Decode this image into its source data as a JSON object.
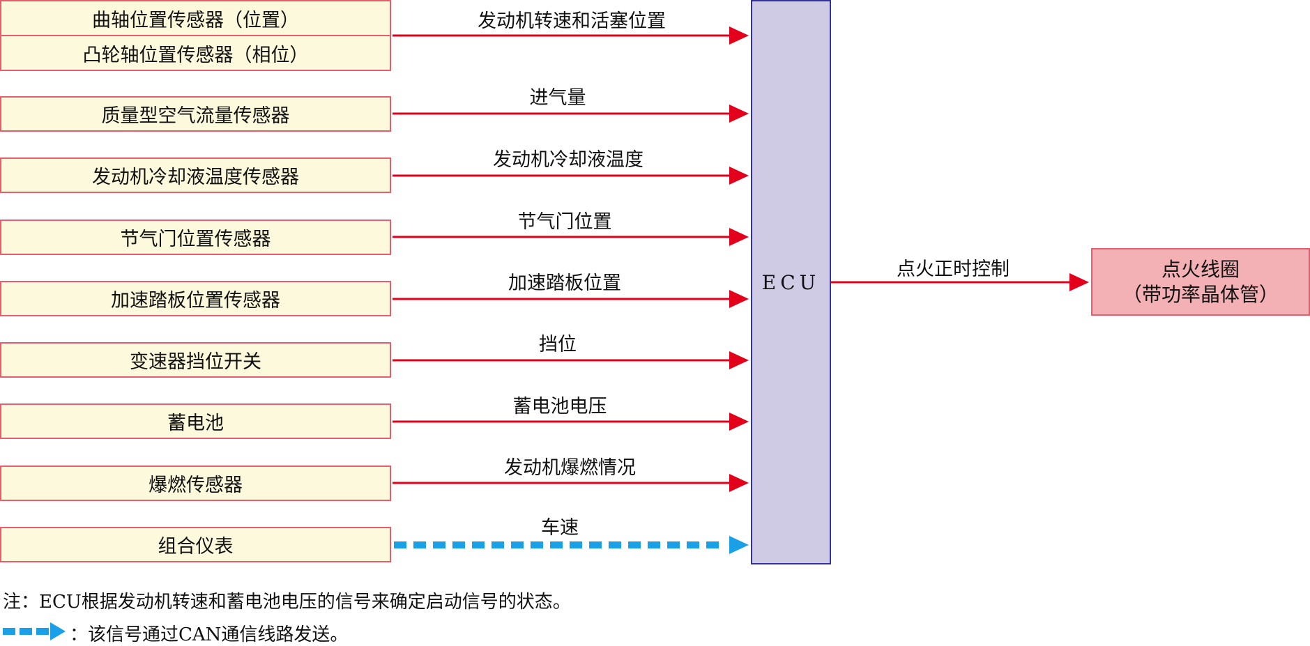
{
  "title": "ECU ignition timing control signal diagram",
  "colors": {
    "sensor_fill": "#fdf9dc",
    "sensor_border": "#e85c70",
    "ecu_fill": "#d0cbe5",
    "ecu_border": "#32329a",
    "coil_fill": "#f4b1b5",
    "signal_arrow": "#e3001b",
    "can_arrow": "#1aa0e6"
  },
  "ecu": {
    "label": "ECU"
  },
  "inputs": [
    {
      "sensor": "曲轴位置传感器（位置）",
      "signal": "发动机转速和活塞位置",
      "line": "solid",
      "group_with_next": true
    },
    {
      "sensor": "凸轮轴位置传感器（相位）",
      "signal": "",
      "line": "solid"
    },
    {
      "sensor": "质量型空气流量传感器",
      "signal": "进气量",
      "line": "solid"
    },
    {
      "sensor": "发动机冷却液温度传感器",
      "signal": "发动机冷却液温度",
      "line": "solid"
    },
    {
      "sensor": "节气门位置传感器",
      "signal": "节气门位置",
      "line": "solid"
    },
    {
      "sensor": "加速踏板位置传感器",
      "signal": "加速踏板位置",
      "line": "solid"
    },
    {
      "sensor": "变速器挡位开关",
      "signal": "挡位",
      "line": "solid"
    },
    {
      "sensor": "蓄电池",
      "signal": "蓄电池电压",
      "line": "solid"
    },
    {
      "sensor": "爆燃传感器",
      "signal": "发动机爆燃情况",
      "line": "solid"
    },
    {
      "sensor": "组合仪表",
      "signal": "车速",
      "line": "dashed-can"
    }
  ],
  "output": {
    "signal": "点火正时控制",
    "target_line1": "点火线圈",
    "target_line2": "（带功率晶体管）"
  },
  "notes": {
    "note1": "注：ECU根据发动机转速和蓄电池电压的信号来确定启动信号的状态。",
    "legend_text": "：该信号通过CAN通信线路发送。"
  }
}
